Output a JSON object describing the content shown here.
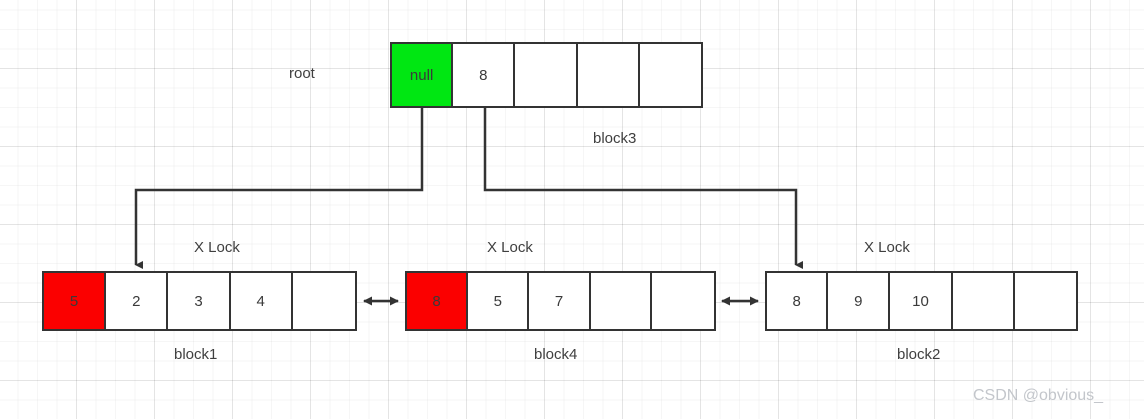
{
  "diagram": {
    "title_watermark": "CSDN @obvious_",
    "root_label": "root",
    "lock_label": "X Lock",
    "nodes": [
      {
        "id": "block3",
        "name": "block3",
        "cells": [
          {
            "value": "null",
            "fill": "green"
          },
          {
            "value": "8",
            "fill": "white"
          },
          {
            "value": "",
            "fill": "white"
          },
          {
            "value": "",
            "fill": "white"
          },
          {
            "value": "",
            "fill": "white"
          }
        ]
      },
      {
        "id": "block1",
        "name": "block1",
        "cells": [
          {
            "value": "5",
            "fill": "red"
          },
          {
            "value": "2",
            "fill": "white"
          },
          {
            "value": "3",
            "fill": "white"
          },
          {
            "value": "4",
            "fill": "white"
          },
          {
            "value": "",
            "fill": "white"
          }
        ]
      },
      {
        "id": "block4",
        "name": "block4",
        "cells": [
          {
            "value": "8",
            "fill": "red"
          },
          {
            "value": "5",
            "fill": "white"
          },
          {
            "value": "7",
            "fill": "white"
          },
          {
            "value": "",
            "fill": "white"
          },
          {
            "value": "",
            "fill": "white"
          }
        ]
      },
      {
        "id": "block2",
        "name": "block2",
        "cells": [
          {
            "value": "8",
            "fill": "white"
          },
          {
            "value": "9",
            "fill": "white"
          },
          {
            "value": "10",
            "fill": "white"
          },
          {
            "value": "",
            "fill": "white"
          },
          {
            "value": "",
            "fill": "white"
          }
        ]
      }
    ],
    "colors": {
      "green": "#00e712",
      "red": "#fb0000",
      "stroke": "#333333",
      "text": "#3a3a3a",
      "watermark": "#c3c6cb"
    }
  }
}
